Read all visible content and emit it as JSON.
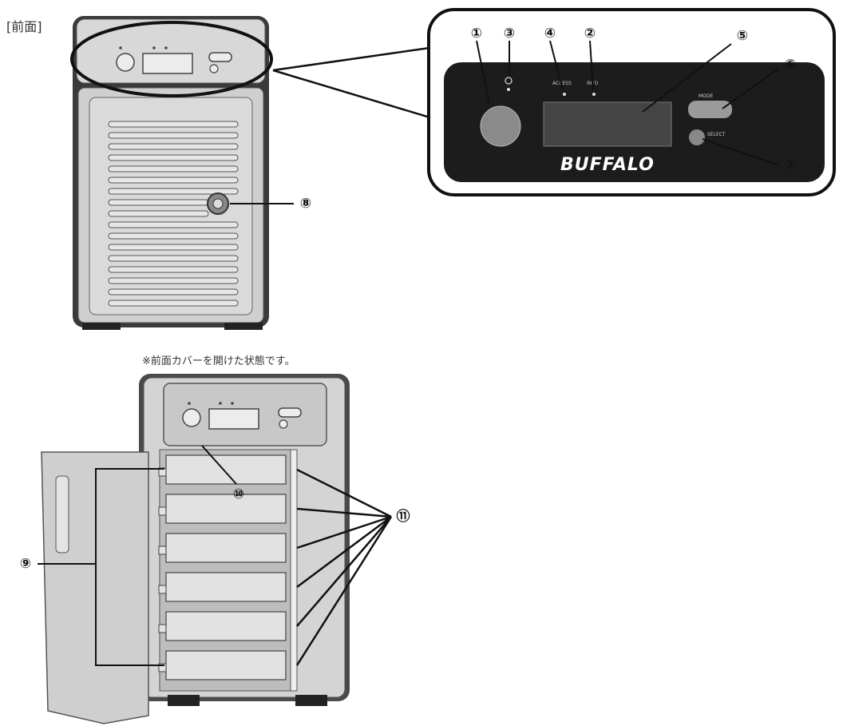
{
  "section_label": "[前面]",
  "note": "※前面カバーを開けた状態です。",
  "panel": {
    "brand": "BUFFALO",
    "mode_label": "MODE",
    "select_label": "SELECT",
    "access_label": "ACCESS",
    "info_label": "INFO"
  },
  "callouts": [
    "①",
    "②",
    "③",
    "④",
    "⑤",
    "⑥",
    "⑦",
    "⑧",
    "⑨",
    "⑩",
    "⑪"
  ]
}
